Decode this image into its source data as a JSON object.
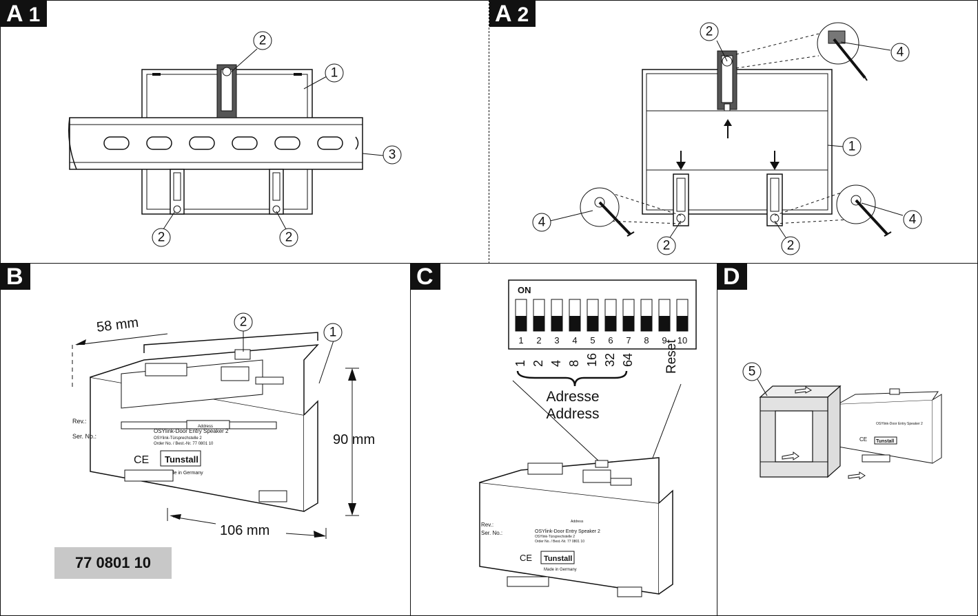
{
  "panels": {
    "a1": {
      "tag_letter": "A",
      "tag_number": "1"
    },
    "a2": {
      "tag_letter": "A",
      "tag_number": "2"
    },
    "b": {
      "tag_letter": "B",
      "dim_depth": "58 mm",
      "dim_height": "90 mm",
      "dim_width": "106 mm",
      "part_number": "77 0801 10"
    },
    "c": {
      "tag_letter": "C",
      "switch_on": "ON",
      "switch_numbers": [
        "1",
        "2",
        "3",
        "4",
        "5",
        "6",
        "7",
        "8",
        "9",
        "10"
      ],
      "address_values": [
        "1",
        "2",
        "4",
        "8",
        "16",
        "32",
        "64"
      ],
      "reset_label": "Reset",
      "address_de": "Adresse",
      "address_en": "Address"
    },
    "d": {
      "tag_letter": "D"
    }
  },
  "callouts": {
    "one": "1",
    "two": "2",
    "three": "3",
    "four": "4",
    "five": "5"
  },
  "device_label": {
    "rev": "Rev.:",
    "ser": "Ser. No.:",
    "product_line1": "OSYlink-Door Entry Speaker 2",
    "product_line2": "OSYlink-Türsprechstelle 2",
    "order_no": "Order No. / Best.-Nr. 77 0801 10",
    "brand": "Tunstall",
    "made_in": "Made in Germany",
    "address": "Address",
    "ce": "CE"
  }
}
